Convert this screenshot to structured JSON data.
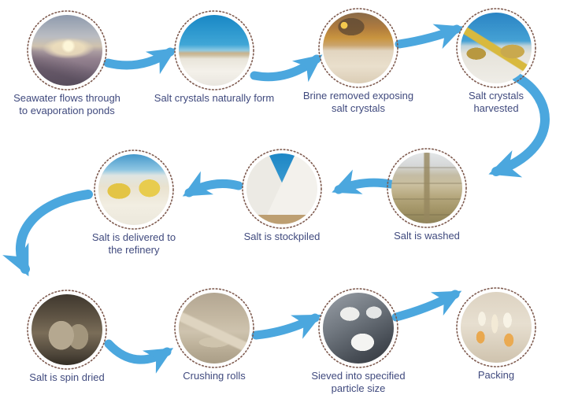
{
  "diagram": {
    "subject": "salt-production-process-flow",
    "nodes": [
      {
        "label": "Seawater flows through to evaporation ponds",
        "photo": "seawater-evaporation-pond-sunset-photo"
      },
      {
        "label": "Salt crystals naturally form",
        "photo": "salt-flat-blue-sky-photo"
      },
      {
        "label": "Brine removed exposing salt crystals",
        "photo": "brine-removal-machine-photo"
      },
      {
        "label": "Salt crystals harvested",
        "photo": "harvester-loading-truck-photo"
      },
      {
        "label": "Salt is washed",
        "photo": "washing-plant-photo"
      },
      {
        "label": "Salt is stockpiled",
        "photo": "white-salt-stockpile-photo"
      },
      {
        "label": "Salt is delivered to the refinery",
        "photo": "excavator-truck-delivery-photo"
      },
      {
        "label": "Salt is spin dried",
        "photo": "spin-dryer-drums-photo"
      },
      {
        "label": "Crushing rolls",
        "photo": "crushing-rolls-machine-photo"
      },
      {
        "label": "Sieved into specified particle size",
        "photo": "sieve-tubes-salt-crystals-photo"
      },
      {
        "label": "Packing",
        "photo": "salt-shaker-containers-photo"
      }
    ],
    "connections": [
      [
        0,
        1
      ],
      [
        1,
        2
      ],
      [
        2,
        3
      ],
      [
        3,
        4
      ],
      [
        4,
        5
      ],
      [
        5,
        6
      ],
      [
        6,
        7
      ],
      [
        7,
        8
      ],
      [
        8,
        9
      ],
      [
        9,
        10
      ]
    ]
  },
  "theme": {
    "background_color": "#ffffff",
    "arrow_color": "#4BA7DE",
    "caption_color": "#404A7E",
    "ring_color": "#7E5A4E"
  }
}
